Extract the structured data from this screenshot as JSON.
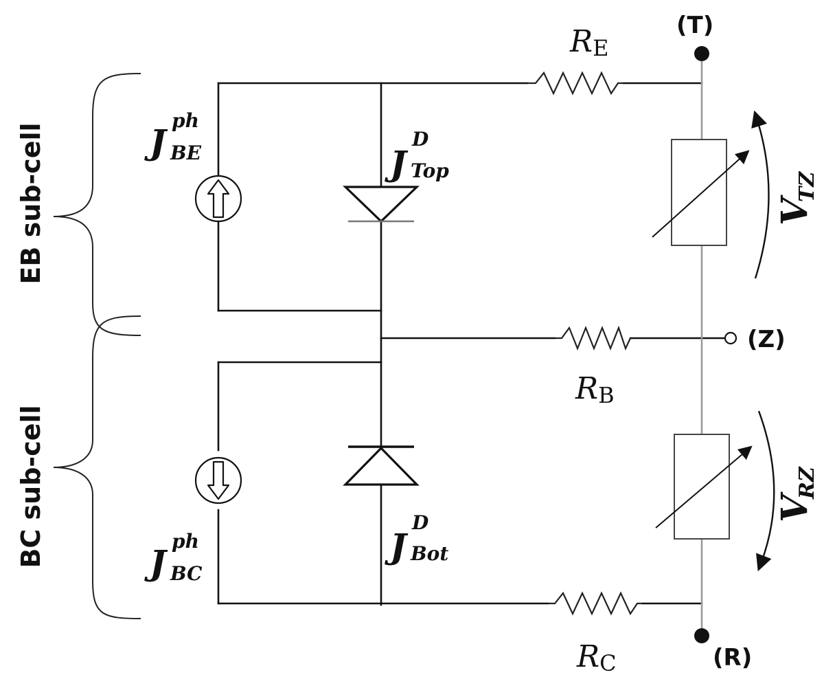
{
  "terminals": {
    "top": "(T)",
    "middle": "(Z)",
    "bottom": "(R)"
  },
  "groups": {
    "upper": "EB sub-cell",
    "lower": "BC sub-cell"
  },
  "resistors": {
    "emitter": {
      "main": "R",
      "sub": "E"
    },
    "base": {
      "main": "R",
      "sub": "B"
    },
    "collector": {
      "main": "R",
      "sub": "C"
    }
  },
  "sources": {
    "upper": {
      "main": "J",
      "sup": "ph",
      "sub": "BE"
    },
    "lower": {
      "main": "J",
      "sup": "ph",
      "sub": "BC"
    }
  },
  "diodes": {
    "top": {
      "main": "J",
      "sup": "D",
      "sub": "Top"
    },
    "bottom": {
      "main": "J",
      "sup": "D",
      "sub": "Bot"
    }
  },
  "voltages": {
    "upper": {
      "main": "V",
      "sub": "TZ"
    },
    "lower": {
      "main": "V",
      "sub": "RZ"
    }
  }
}
